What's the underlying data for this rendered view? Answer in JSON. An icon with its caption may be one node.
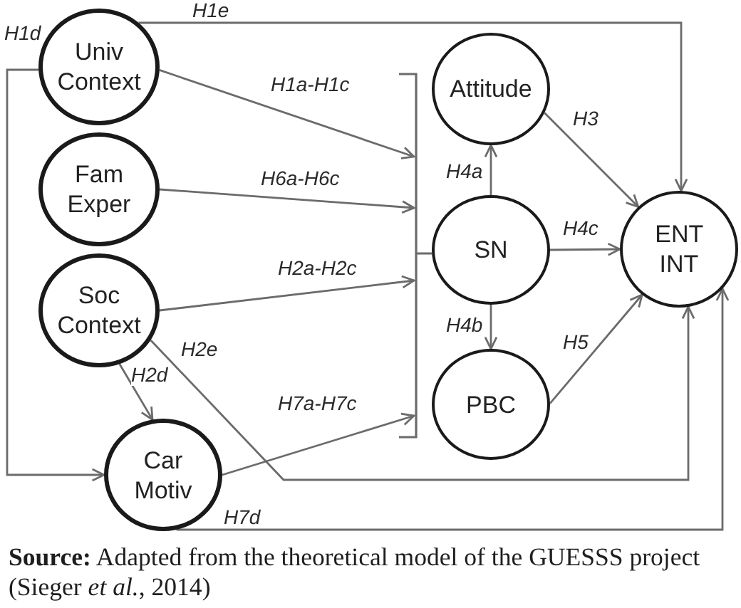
{
  "diagram": {
    "caption": "**Source:** Adapted from the theoretical model of the GUESSS project (Sieger *et al.*, 2014)",
    "nodes": [
      {
        "text": [
          "Univ Context"
        ]
      },
      {
        "text": [
          "Fam Exper"
        ]
      },
      {
        "text": [
          "Soc Context"
        ]
      },
      {
        "text": [
          "Car Motiv"
        ]
      },
      {
        "text": [],
        "shape": "bracket"
      },
      {
        "text": [
          "Attitude"
        ]
      },
      {
        "text": [
          "SN"
        ]
      },
      {
        "text": [
          "PBC"
        ]
      },
      {
        "text": [
          "ENT INT"
        ]
      }
    ],
    "edges": [
      {
        "from": 0,
        "to": 8,
        "arrow": "to",
        "label": "H1e"
      },
      {
        "from": 0,
        "to": 3,
        "arrow": "to",
        "label": "H1d"
      },
      {
        "from": 0,
        "to": 4,
        "arrow": "to",
        "label": "H1a-H1c"
      },
      {
        "from": 1,
        "to": 4,
        "arrow": "to",
        "label": "H6a-H6c"
      },
      {
        "from": 2,
        "to": 4,
        "arrow": "to",
        "label": "H2a-H2c"
      },
      {
        "from": 2,
        "to": 3,
        "arrow": "to",
        "label": "H2d"
      },
      {
        "from": 2,
        "to": 8,
        "arrow": "to",
        "label": "H2e"
      },
      {
        "from": 3,
        "to": 4,
        "arrow": "to",
        "label": "H7a-H7c"
      },
      {
        "from": 3,
        "to": 8,
        "arrow": "to",
        "label": "H7d"
      },
      {
        "from": 6,
        "to": 5,
        "arrow": "to",
        "label": "H4a"
      },
      {
        "from": 5,
        "to": 8,
        "arrow": "to",
        "label": "H3"
      },
      {
        "from": 6,
        "to": 8,
        "arrow": "to",
        "label": "H4c"
      },
      {
        "from": 6,
        "to": 7,
        "arrow": "to",
        "label": "H4b"
      },
      {
        "from": 7,
        "to": 8,
        "arrow": "to",
        "label": "H5"
      }
    ]
  }
}
